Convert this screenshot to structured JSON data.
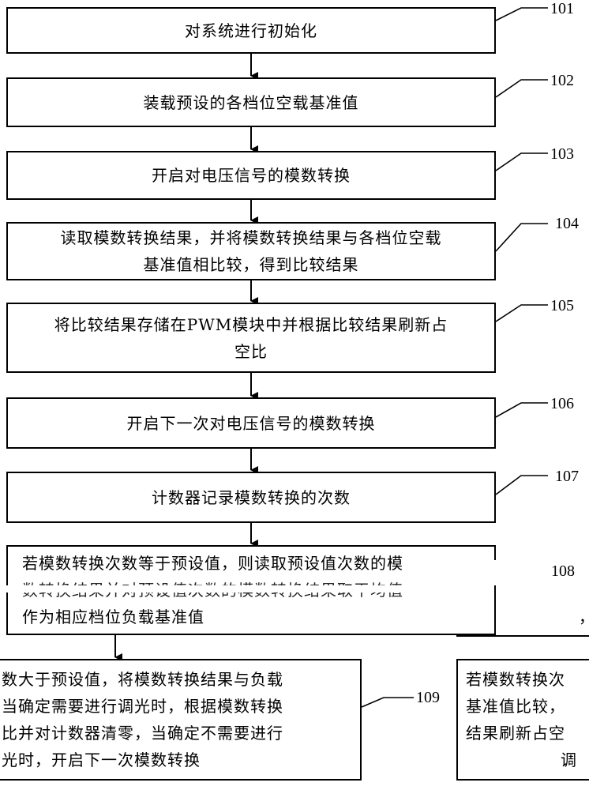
{
  "steps": [
    {
      "ref": "101",
      "text": "对系统进行初始化"
    },
    {
      "ref": "102",
      "text": "装载预设的各档位空载基准值"
    },
    {
      "ref": "103",
      "text": "开启对电压信号的模数转换"
    },
    {
      "ref": "104",
      "lines": [
        "读取模数转换结果，并将模数转换结果与各档位空载",
        "基准值相比较，得到比较结果"
      ]
    },
    {
      "ref": "105",
      "lines": [
        "将比较结果存储在PWM模块中并根据比较结果刷新占",
        "空比"
      ]
    },
    {
      "ref": "106",
      "text": "开启下一次对电压信号的模数转换"
    },
    {
      "ref": "107",
      "text": "计数器记录模数转换的次数"
    },
    {
      "ref": "108",
      "lines": [
        "若模数转换次数等于预设值，则读取预设值次数的模",
        "数转换结果并对预设值次数的模数转换结果取平均值",
        "作为相应档位负载基准值"
      ]
    },
    {
      "ref": "109",
      "lines": [
        "数大于预设值，将模数转换结果与负载",
        "当确定需要进行调光时，根据模数转换",
        "比并对计数器清零，当确定不需要进行",
        "光时，开启下一次模数转换"
      ]
    }
  ],
  "right_box_lines": [
    "若模数转换次",
    "基准值比较，",
    "结果刷新占空",
    "调"
  ],
  "top_right_fragment": "，"
}
